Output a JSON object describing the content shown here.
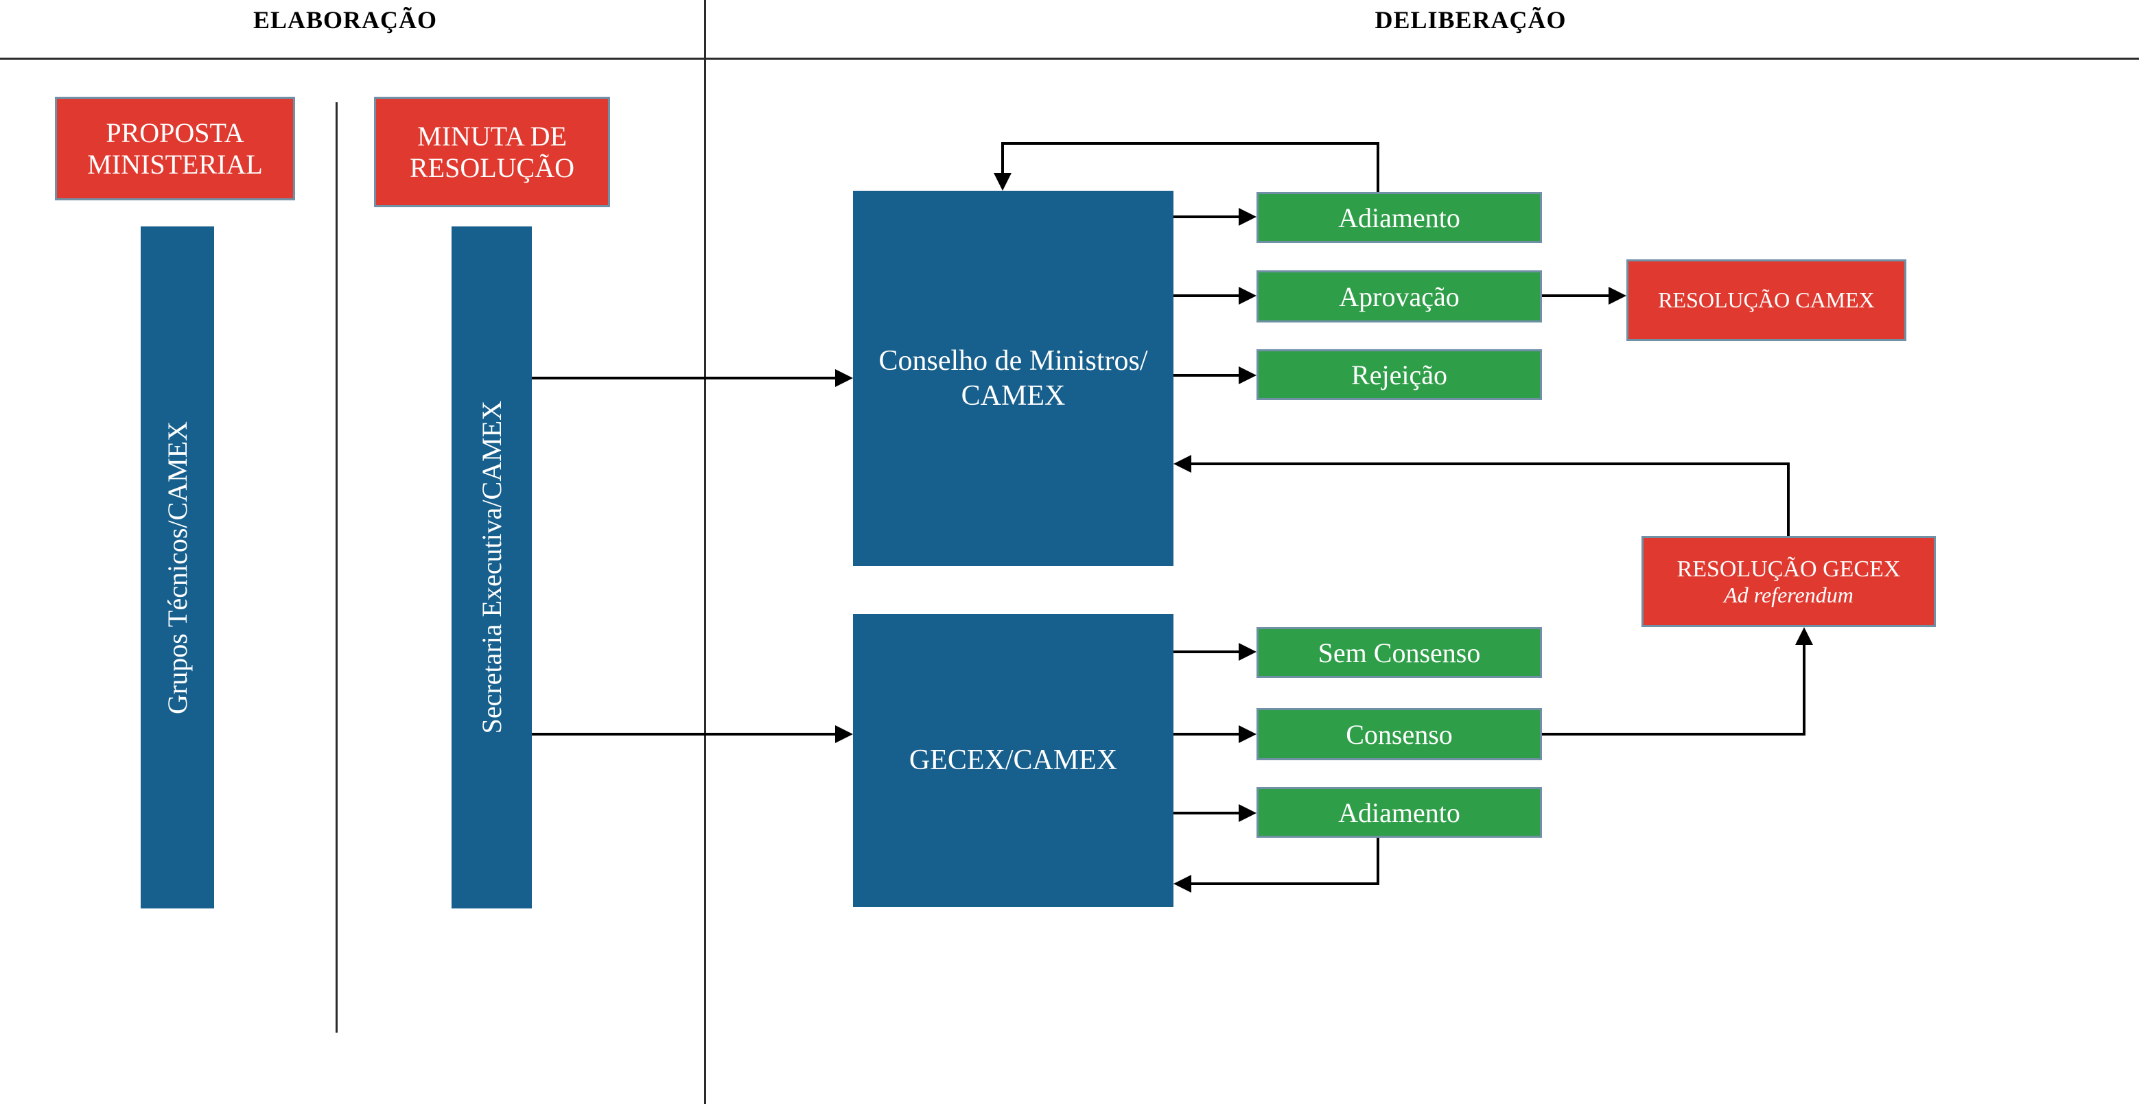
{
  "headers": {
    "left": "ELABORAÇÃO",
    "right": "DELIBERAÇÃO"
  },
  "colors": {
    "red": "#E03A30",
    "blue": "#175F8C",
    "green": "#2F9E48",
    "box_border": "#7090A6",
    "line": "#000000"
  },
  "elaboracao": {
    "proposta_ministerial": "PROPOSTA MINISTERIAL",
    "grupos_tecnicos": "Grupos Técnicos/CAMEX",
    "minuta_resolucao": "MINUTA DE RESOLUÇÃO",
    "secretaria_executiva": "Secretaria Executiva/CAMEX"
  },
  "deliberacao": {
    "conselho": "Conselho de Ministros/ CAMEX",
    "conselho_outcomes": [
      "Adiamento",
      "Aprovação",
      "Rejeição"
    ],
    "resolucao_camex": "RESOLUÇÃO CAMEX",
    "gecex": "GECEX/CAMEX",
    "gecex_outcomes": [
      "Sem Consenso",
      "Consenso",
      "Adiamento"
    ],
    "resolucao_gecex": {
      "title": "RESOLUÇÃO GECEX",
      "subtitle": "Ad referendum"
    }
  }
}
